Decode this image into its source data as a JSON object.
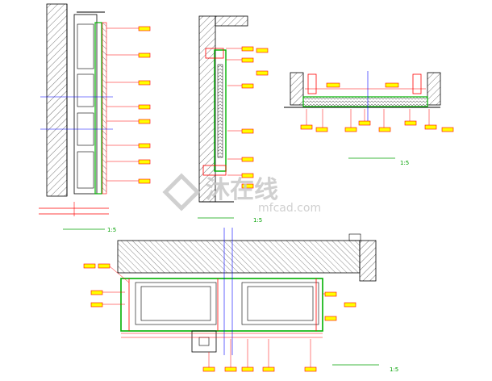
{
  "drawing": {
    "views": [
      {
        "id": "view-1",
        "scale": "1:5"
      },
      {
        "id": "view-2",
        "scale": "1:5"
      },
      {
        "id": "view-3",
        "scale": "1:5"
      },
      {
        "id": "view-4",
        "scale": "1:5"
      }
    ],
    "watermark": {
      "text": "沐在线",
      "sub": "mfcad.com"
    },
    "colors": {
      "line": "#000000",
      "dim": "#ff0000",
      "section_hatch": "#404040",
      "insulation": "#00b000",
      "tag_fill": "#ffff00",
      "tag_border": "#ff0000",
      "center": "#0000ff",
      "title_green": "#00a000"
    }
  }
}
